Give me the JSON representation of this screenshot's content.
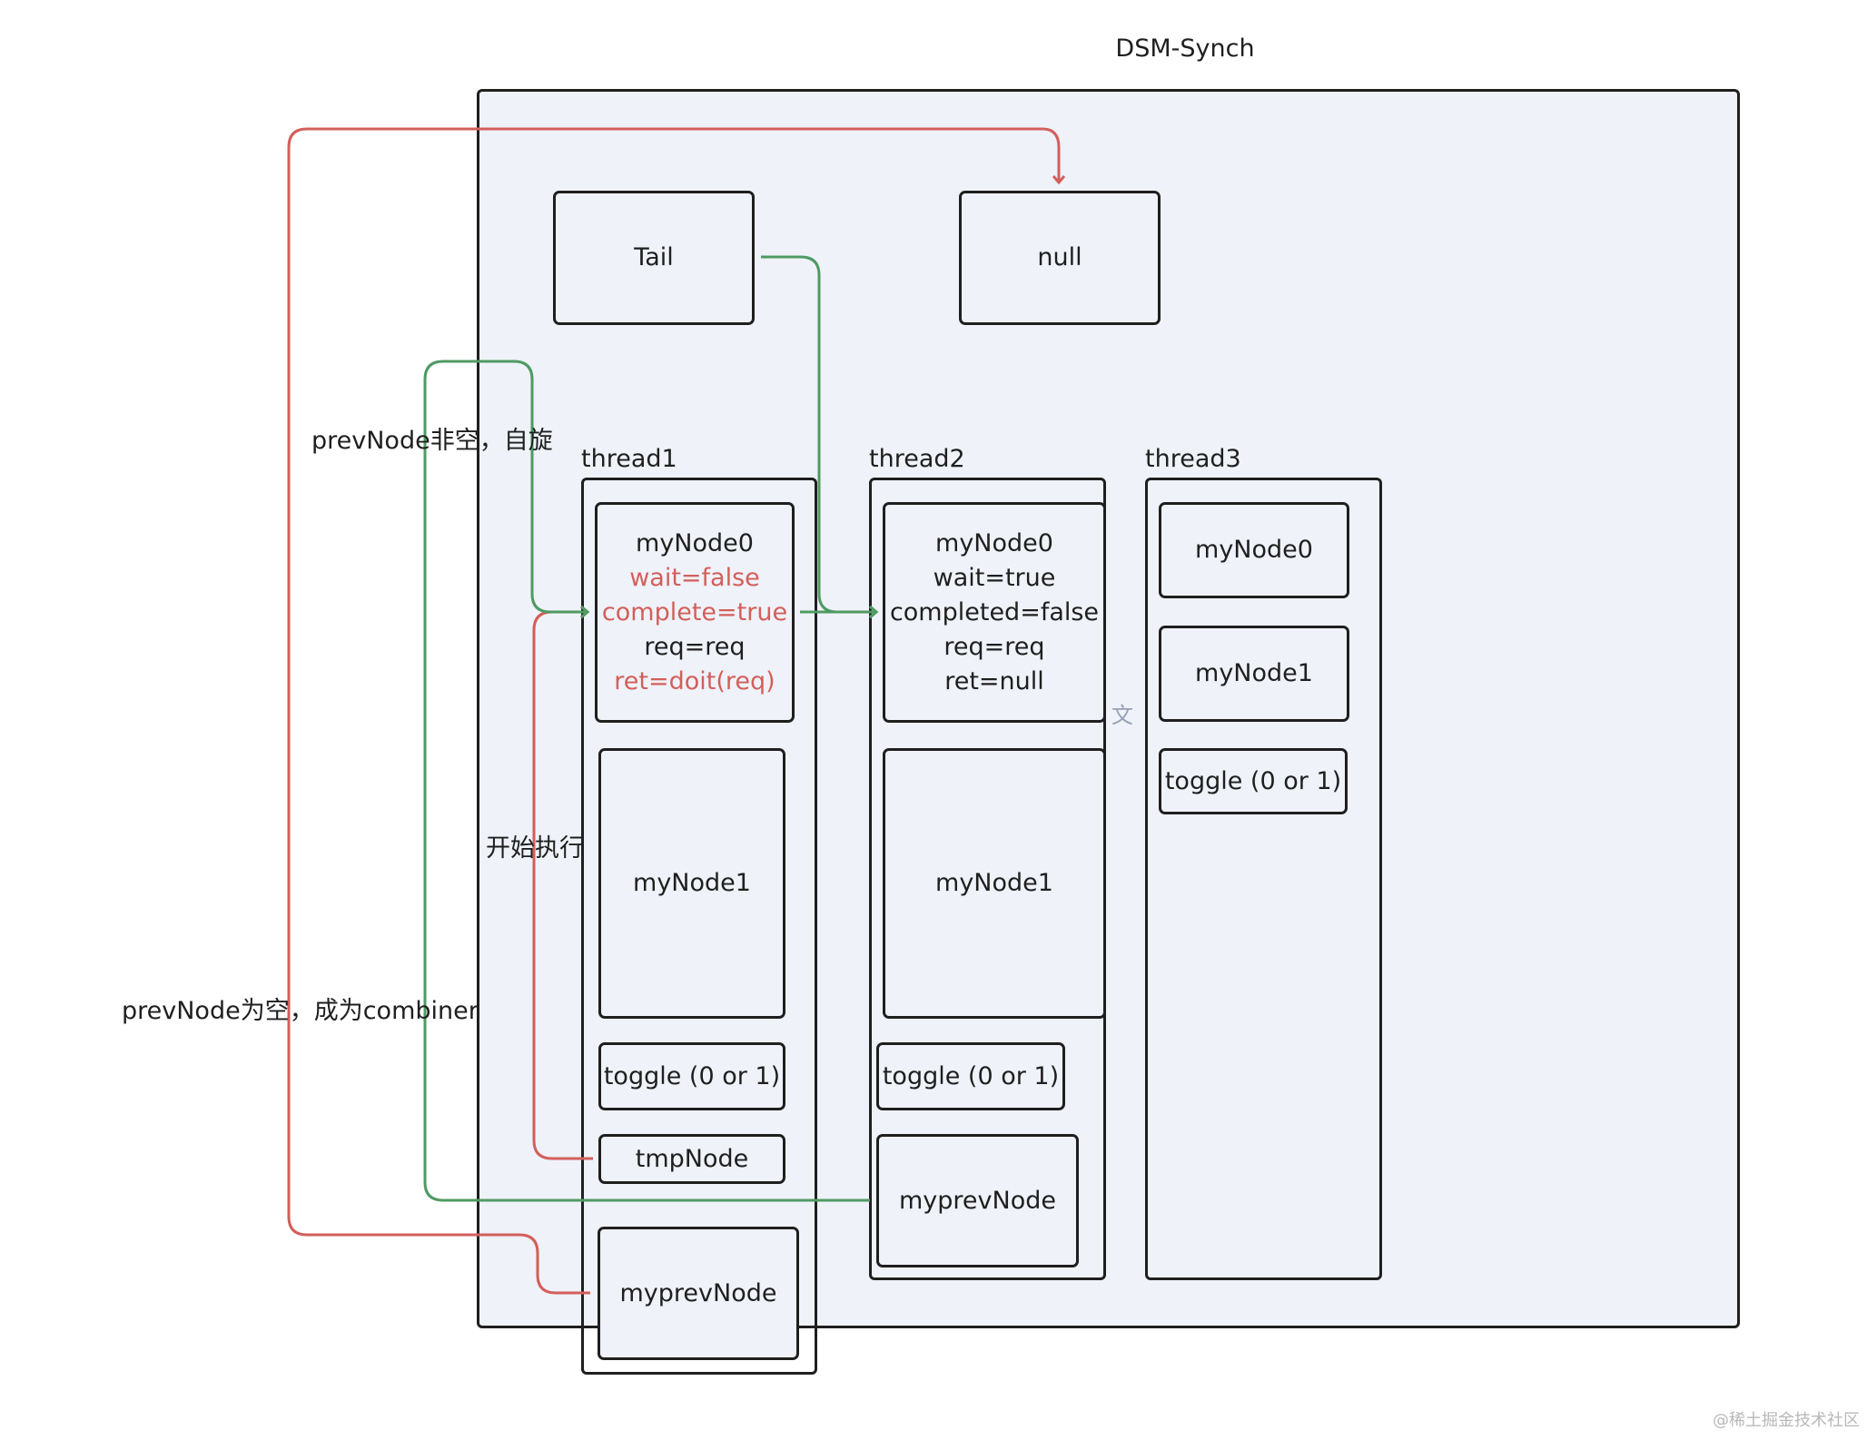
{
  "title": "DSM-Synch",
  "tail_label": "Tail",
  "null_label": "null",
  "threads": [
    {
      "name": "thread1",
      "node0": {
        "name": "myNode0",
        "wait": "wait=false",
        "complete": "complete=true",
        "req": "req=req",
        "ret": "ret=doit(req)"
      },
      "node1": "myNode1",
      "toggle": "toggle (0 or 1)",
      "tmp": "tmpNode",
      "prev": "myprevNode"
    },
    {
      "name": "thread2",
      "node0": {
        "name": "myNode0",
        "wait": "wait=true",
        "complete": "completed=false",
        "req": "req=req",
        "ret": "ret=null"
      },
      "node1": "myNode1",
      "toggle": "toggle (0 or 1)",
      "prev": "myprevNode"
    },
    {
      "name": "thread3",
      "node0": "myNode0",
      "node1": "myNode1",
      "toggle": "toggle (0 or 1)"
    }
  ],
  "annotations": {
    "spin": "prevNode非空，自旋",
    "start": "开始执行",
    "combiner": "prevNode为空，成为combiner",
    "stray_text": "文"
  },
  "colors": {
    "red_wire": "#d35f5b",
    "green_wire": "#4f9a63",
    "background": "#eff2f9",
    "border": "#1f1f1f"
  },
  "watermark": "@稀土掘金技术社区"
}
